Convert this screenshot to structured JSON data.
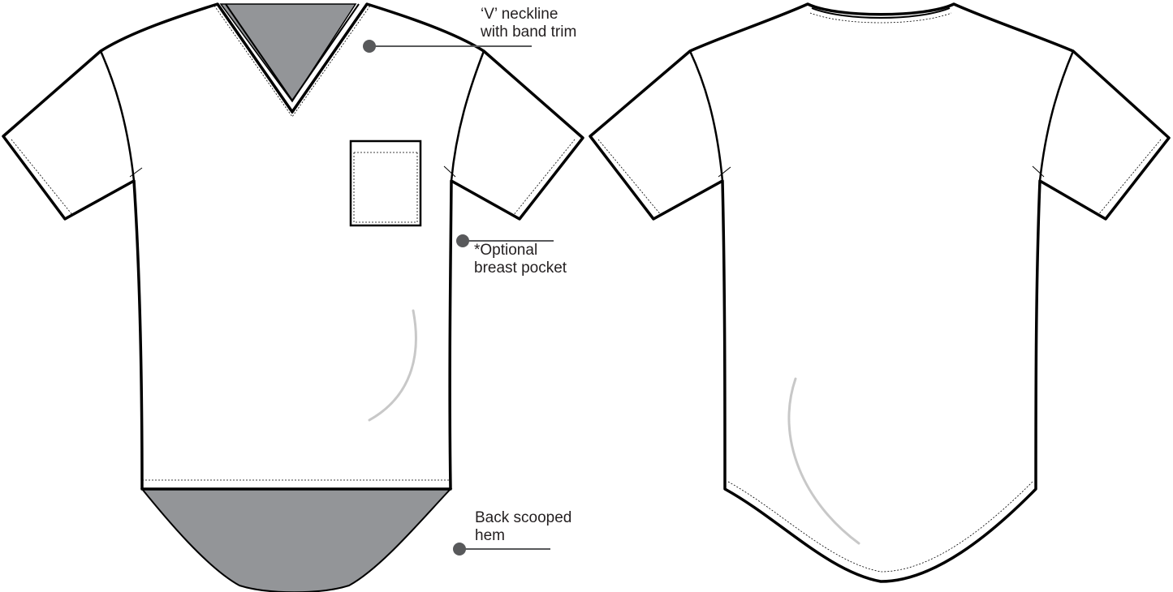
{
  "callouts": {
    "neckline": {
      "line1": "‘V’ neckline",
      "line2": "with band trim"
    },
    "pocket": {
      "line1": "*Optional",
      "line2": "breast pocket"
    },
    "hem": {
      "line1": "Back scooped",
      "line2": "hem"
    }
  },
  "colors": {
    "outline": "#000000",
    "inner_fill": "#939598",
    "garment_fill": "#ffffff",
    "callout_dot": "#58595b",
    "callout_line": "#58595b",
    "shading": "#c8c8c8",
    "text": "#231f20"
  }
}
